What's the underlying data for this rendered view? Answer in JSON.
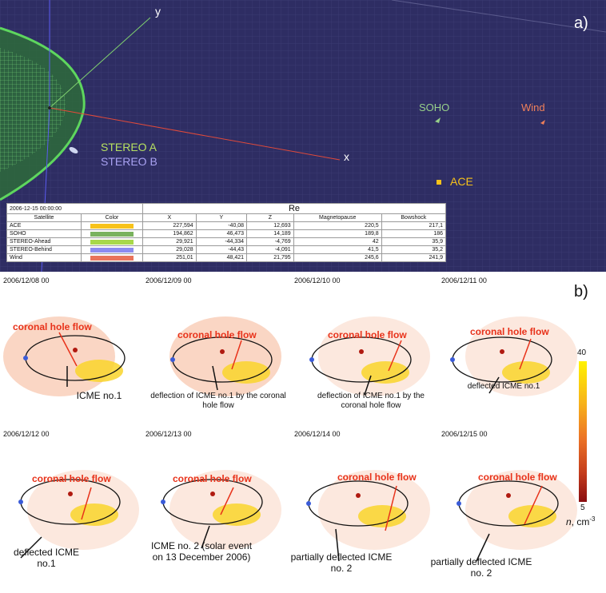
{
  "panel_a": {
    "label": "a)",
    "axes": {
      "x": "x",
      "y": "y"
    },
    "stereo_a": "STEREO A",
    "stereo_b": "STEREO B",
    "satellites": [
      {
        "name": "SOHO",
        "color": "#97d08a"
      },
      {
        "name": "Wind",
        "color": "#f0805a"
      },
      {
        "name": "ACE",
        "color": "#f7c21a"
      }
    ],
    "table": {
      "timestamp": "2006-12-15 00:00:00",
      "units": "Re",
      "columns": [
        "Satellite",
        "Color",
        "X",
        "Y",
        "Z",
        "Magnetopause",
        "Bowshock"
      ],
      "rows": [
        {
          "satellite": "ACE",
          "color": "#f7c21a",
          "x": "227,594",
          "y": "-40,08",
          "z": "12,693",
          "magnetopause": "220,5",
          "bowshock": "217,1"
        },
        {
          "satellite": "SOHO",
          "color": "#79b25e",
          "x": "194,862",
          "y": "46,473",
          "z": "14,189",
          "magnetopause": "189,8",
          "bowshock": "186"
        },
        {
          "satellite": "STEREO-Ahead",
          "color": "#a8d84a",
          "x": "29,921",
          "y": "-44,334",
          "z": "-4,769",
          "magnetopause": "42",
          "bowshock": "35,9"
        },
        {
          "satellite": "STEREO-Behind",
          "color": "#8b8bf0",
          "x": "29,028",
          "y": "-44,43",
          "z": "-4,091",
          "magnetopause": "41,5",
          "bowshock": "35,2"
        },
        {
          "satellite": "Wind",
          "color": "#e9735a",
          "x": "251,01",
          "y": "48,421",
          "z": "21,795",
          "magnetopause": "245,6",
          "bowshock": "241,9"
        }
      ]
    }
  },
  "panel_b": {
    "label": "b)",
    "coronal_hole_flow": "coronal hole flow",
    "frames": [
      {
        "timestamp": "2006/12/08 00",
        "note": "ICME no.1"
      },
      {
        "timestamp": "2006/12/09 00",
        "note": "deflection of ICME no.1 by the coronal hole flow"
      },
      {
        "timestamp": "2006/12/10 00",
        "note": "deflection of ICME no.1 by the coronal hole flow"
      },
      {
        "timestamp": "2006/12/11 00",
        "note": "deflected ICME no.1"
      },
      {
        "timestamp": "2006/12/12 00",
        "note": "deflected ICME no.1"
      },
      {
        "timestamp": "2006/12/13 00",
        "note": "ICME no. 2 (solar event on 13 December 2006)"
      },
      {
        "timestamp": "2006/12/14 00",
        "note": "partially deflected ICME no. 2"
      },
      {
        "timestamp": "2006/12/15 00",
        "note": "partially deflected ICME no. 2"
      }
    ],
    "colorbar": {
      "max": "40",
      "min": "5",
      "label_var": "n",
      "label_unit": ", cm",
      "label_exp": "-3"
    }
  }
}
